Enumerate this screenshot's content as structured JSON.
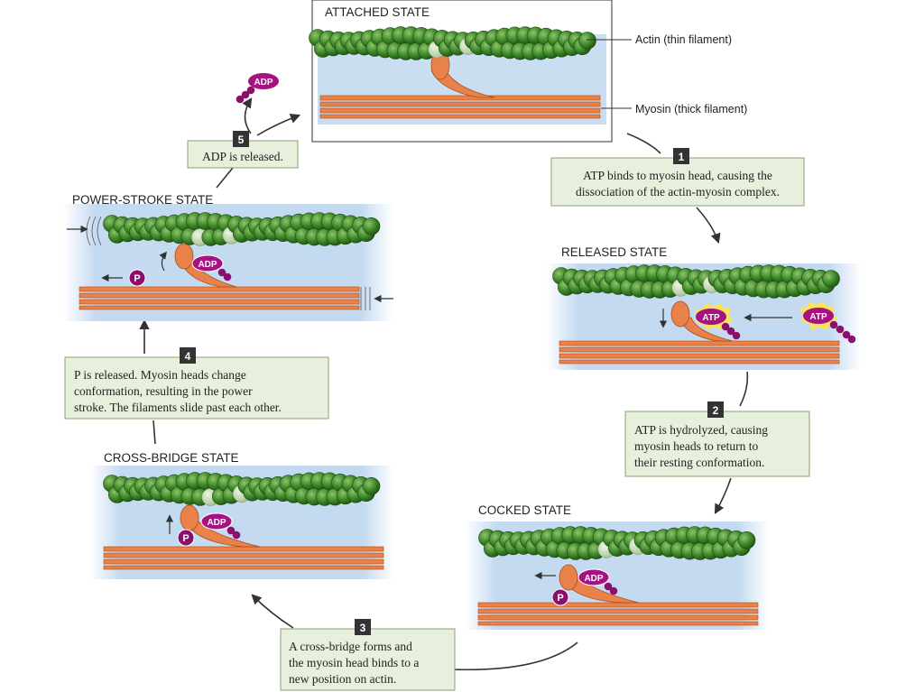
{
  "colors": {
    "panel_bg": "#c4daf0",
    "actin_green": "#3f8a2b",
    "actin_binding_site": "#c8dbb8",
    "myosin_orange": "#e8824a",
    "myosin_dark": "#a94e1e",
    "molecule_purple": "#a6127f",
    "atp_glow": "#fbe45a",
    "step_box_bg": "#e6f0dc",
    "step_box_border": "#8aa070",
    "arrow": "#333333"
  },
  "states": {
    "attached": "ATTACHED STATE",
    "released": "RELEASED STATE",
    "cocked": "COCKED STATE",
    "cross_bridge": "CROSS-BRIDGE STATE",
    "power_stroke": "POWER-STROKE STATE"
  },
  "labels": {
    "actin": "Actin (thin filament)",
    "myosin": "Myosin (thick filament)"
  },
  "molecules": {
    "adp": "ADP",
    "atp": "ATP",
    "phosphate": "P"
  },
  "steps": [
    {
      "num": "1",
      "lines": [
        "ATP binds to myosin head, causing the",
        "dissociation of the actin-myosin complex."
      ]
    },
    {
      "num": "2",
      "lines": [
        "ATP is hydrolyzed, causing",
        "myosin heads to return to",
        "their resting conformation."
      ]
    },
    {
      "num": "3",
      "lines": [
        "A cross-bridge forms and",
        "the myosin head binds to a",
        "new position on actin."
      ]
    },
    {
      "num": "4",
      "lines": [
        "P is released. Myosin heads change",
        "conformation, resulting in the power",
        "stroke. The filaments slide past each other."
      ]
    },
    {
      "num": "5",
      "lines": [
        "ADP is released."
      ]
    }
  ]
}
